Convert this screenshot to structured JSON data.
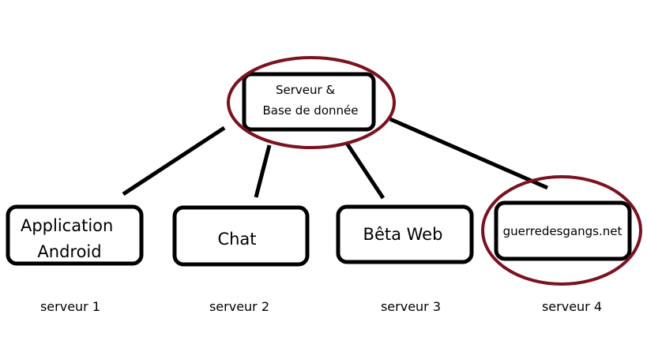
{
  "diagram": {
    "center": {
      "line1": "Serveur &",
      "line2": "Base de donnée"
    },
    "nodes": [
      {
        "line1": "Application",
        "line2": "Android"
      },
      {
        "line1": "Chat"
      },
      {
        "line1": "Bêta Web"
      },
      {
        "line1": "guerredesgangs.net"
      }
    ],
    "captions": [
      "serveur 1",
      "serveur 2",
      "serveur 3",
      "serveur 4"
    ]
  },
  "colors": {
    "highlight": "#7b1220",
    "stroke": "#000000",
    "background": "#ffffff"
  }
}
